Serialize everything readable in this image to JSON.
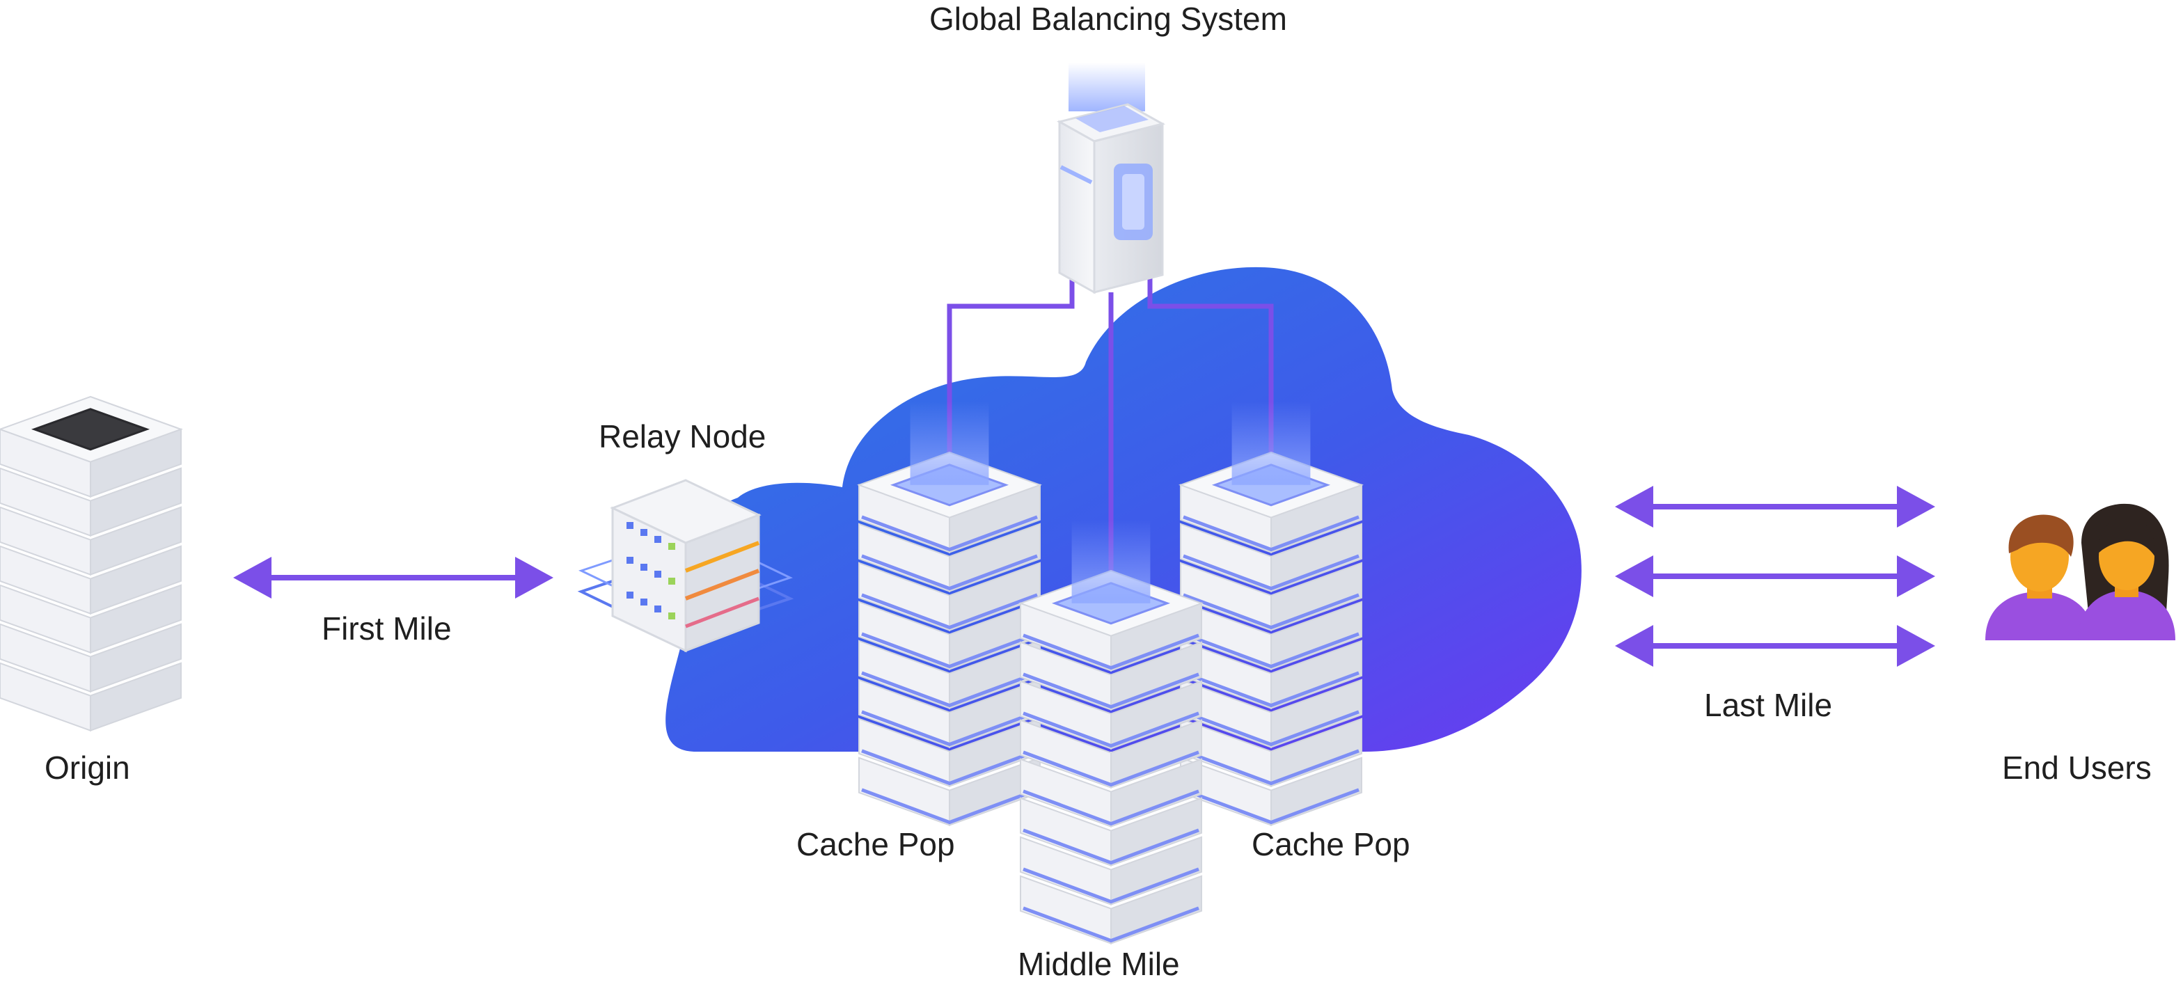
{
  "diagram": {
    "labels": {
      "global_balancing": "Global Balancing System",
      "relay_node": "Relay Node",
      "origin": "Origin",
      "first_mile": "First Mile",
      "cache_pop_left": "Cache Pop",
      "cache_pop_right": "Cache Pop",
      "middle_mile": "Middle Mile",
      "last_mile": "Last Mile",
      "end_users": "End Users"
    },
    "colors": {
      "accent_purple": "#7B4FE8",
      "cloud_blue": "#2F6FE6",
      "cloud_violet": "#5B3CF0",
      "server_light": "#F3F4F7",
      "server_shadow": "#D3D6DD",
      "glow_blue": "#8FA8FF",
      "skin": "#F6A623",
      "hair_brown": "#9A4F22",
      "hair_dark": "#2E2420",
      "shirt_purple": "#9A4FE0"
    },
    "icons": {
      "origin": "origin-server-icon",
      "relay": "relay-node-icon",
      "balancer": "global-balancer-icon",
      "cache": "cache-server-icon",
      "users": "end-users-icon",
      "arrow": "double-arrow-icon"
    }
  }
}
